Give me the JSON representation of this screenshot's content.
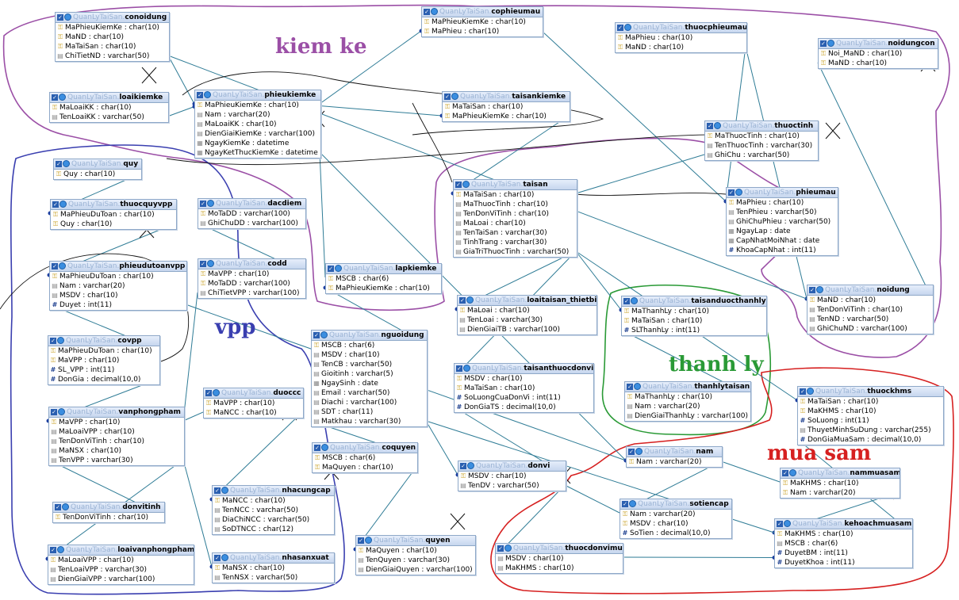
{
  "schema_prefix": "QuanLyTaiSan.",
  "region_labels": [
    {
      "id": "kiemke",
      "text": "kiem ke",
      "color": "#9b4fa6"
    },
    {
      "id": "vpp",
      "text": "vpp",
      "color": "#3a3fb0"
    },
    {
      "id": "thanhly",
      "text": "thanh ly",
      "color": "#2a9a36"
    },
    {
      "id": "muasam",
      "text": "mua sam",
      "color": "#d62020"
    }
  ],
  "icons": {
    "key": "key-icon",
    "field": "field-icon",
    "number": "hash-icon",
    "date": "calendar-icon"
  },
  "tables": [
    {
      "id": "conoidung",
      "name": "conoidung",
      "fields": [
        [
          "k",
          "MaPhieuKiemKe : char(10)"
        ],
        [
          "k",
          "MaND : char(10)"
        ],
        [
          "k",
          "MaTaiSan : char(10)"
        ],
        [
          "f",
          "ChiTietND : varchar(50)"
        ]
      ]
    },
    {
      "id": "loaikiemke",
      "name": "loaikiemke",
      "fields": [
        [
          "k",
          "MaLoaiKK : char(10)"
        ],
        [
          "f",
          "TenLoaiKK : varchar(50)"
        ]
      ]
    },
    {
      "id": "phieukiemke",
      "name": "phieukiemke",
      "fields": [
        [
          "k",
          "MaPhieuKiemKe : char(10)"
        ],
        [
          "f",
          "Nam : varchar(20)"
        ],
        [
          "f",
          "MaLoaiKK : char(10)"
        ],
        [
          "f",
          "DienGiaiKiemKe : varchar(100)"
        ],
        [
          "d",
          "NgayKiemKe : datetime"
        ],
        [
          "d",
          "NgayKetThucKiemKe : datetime"
        ]
      ]
    },
    {
      "id": "cophieumau",
      "name": "cophieumau",
      "fields": [
        [
          "k",
          "MaPhieuKiemKe : char(10)"
        ],
        [
          "k",
          "MaPhieu : char(10)"
        ]
      ]
    },
    {
      "id": "thuocphieumau",
      "name": "thuocphieumau",
      "fields": [
        [
          "k",
          "MaPhieu : char(10)"
        ],
        [
          "k",
          "MaND : char(10)"
        ]
      ]
    },
    {
      "id": "noidungcon",
      "name": "noidungcon",
      "fields": [
        [
          "k",
          "Noi_MaND : char(10)"
        ],
        [
          "k",
          "MaND : char(10)"
        ]
      ]
    },
    {
      "id": "taisankiemke",
      "name": "taisankiemke",
      "fields": [
        [
          "k",
          "MaTaiSan : char(10)"
        ],
        [
          "k",
          "MaPhieuKiemKe : char(10)"
        ]
      ]
    },
    {
      "id": "thuoctinh",
      "name": "thuoctinh",
      "fields": [
        [
          "k",
          "MaThuocTinh : char(10)"
        ],
        [
          "f",
          "TenThuocTinh : varchar(30)"
        ],
        [
          "f",
          "GhiChu : varchar(50)"
        ]
      ]
    },
    {
      "id": "phieumau",
      "name": "phieumau",
      "fields": [
        [
          "k",
          "MaPhieu : char(10)"
        ],
        [
          "f",
          "TenPhieu : varchar(50)"
        ],
        [
          "f",
          "GhiChuPhieu : varchar(50)"
        ],
        [
          "d",
          "NgayLap : date"
        ],
        [
          "d",
          "CapNhatMoiNhat : date"
        ],
        [
          "n",
          "KhoaCapNhat : int(11)"
        ]
      ]
    },
    {
      "id": "quy",
      "name": "quy",
      "fields": [
        [
          "k",
          "Quy : char(10)"
        ]
      ]
    },
    {
      "id": "thuocquyvpp",
      "name": "thuocquyvpp",
      "fields": [
        [
          "k",
          "MaPhieuDuToan : char(10)"
        ],
        [
          "k",
          "Quy : char(10)"
        ]
      ]
    },
    {
      "id": "dacdiem",
      "name": "dacdiem",
      "fields": [
        [
          "k",
          "MoTaDD : varchar(100)"
        ],
        [
          "f",
          "GhiChuDD : varchar(100)"
        ]
      ]
    },
    {
      "id": "taisan",
      "name": "taisan",
      "fields": [
        [
          "k",
          "MaTaiSan : char(10)"
        ],
        [
          "f",
          "MaThuocTinh : char(10)"
        ],
        [
          "f",
          "TenDonViTinh : char(10)"
        ],
        [
          "f",
          "MaLoai : char(10)"
        ],
        [
          "f",
          "TenTaiSan : varchar(30)"
        ],
        [
          "f",
          "TinhTrang : varchar(30)"
        ],
        [
          "f",
          "GiaTriThuocTinh : varchar(50)"
        ]
      ]
    },
    {
      "id": "phieudutoanvpp",
      "name": "phieudutoanvpp",
      "fields": [
        [
          "k",
          "MaPhieuDuToan : char(10)"
        ],
        [
          "f",
          "Nam : varchar(20)"
        ],
        [
          "f",
          "MSDV : char(10)"
        ],
        [
          "n",
          "Duyet : int(11)"
        ]
      ]
    },
    {
      "id": "codd",
      "name": "codd",
      "fields": [
        [
          "k",
          "MaVPP : char(10)"
        ],
        [
          "k",
          "MoTaDD : varchar(100)"
        ],
        [
          "f",
          "ChiTietVPP : varchar(100)"
        ]
      ]
    },
    {
      "id": "lapkiemke",
      "name": "lapkiemke",
      "fields": [
        [
          "k",
          "MSCB : char(6)"
        ],
        [
          "k",
          "MaPhieuKiemKe : char(10)"
        ]
      ]
    },
    {
      "id": "loaitaisan_thietbi",
      "name": "loaitaisan_thietbi",
      "fields": [
        [
          "k",
          "MaLoai : char(10)"
        ],
        [
          "f",
          "TenLoai : varchar(30)"
        ],
        [
          "f",
          "DienGiaiTB : varchar(100)"
        ]
      ]
    },
    {
      "id": "taisanduocthanhly",
      "name": "taisanduocthanhly",
      "fields": [
        [
          "k",
          "MaThanhLy : char(10)"
        ],
        [
          "k",
          "MaTaiSan : char(10)"
        ],
        [
          "n",
          "SLThanhLy : int(11)"
        ]
      ]
    },
    {
      "id": "noidung",
      "name": "noidung",
      "fields": [
        [
          "k",
          "MaND : char(10)"
        ],
        [
          "f",
          "TenDonViTinh : char(10)"
        ],
        [
          "f",
          "TenND : varchar(50)"
        ],
        [
          "f",
          "GhiChuND : varchar(100)"
        ]
      ]
    },
    {
      "id": "covpp",
      "name": "covpp",
      "fields": [
        [
          "k",
          "MaPhieuDuToan : char(10)"
        ],
        [
          "k",
          "MaVPP : char(10)"
        ],
        [
          "n",
          "SL_VPP : int(11)"
        ],
        [
          "n",
          "DonGia : decimal(10,0)"
        ]
      ]
    },
    {
      "id": "nguoidung",
      "name": "nguoidung",
      "fields": [
        [
          "k",
          "MSCB : char(6)"
        ],
        [
          "f",
          "MSDV : char(10)"
        ],
        [
          "f",
          "TenCB : varchar(50)"
        ],
        [
          "f",
          "Gioitinh : varchar(5)"
        ],
        [
          "d",
          "NgaySinh : date"
        ],
        [
          "f",
          "Email : varchar(50)"
        ],
        [
          "f",
          "Diachi : varchar(100)"
        ],
        [
          "f",
          "SDT : char(11)"
        ],
        [
          "f",
          "Matkhau : varchar(30)"
        ]
      ]
    },
    {
      "id": "taisanthuocdonvi",
      "name": "taisanthuocdonvi",
      "fields": [
        [
          "k",
          "MSDV : char(10)"
        ],
        [
          "k",
          "MaTaiSan : char(10)"
        ],
        [
          "n",
          "SoLuongCuaDonVi : int(11)"
        ],
        [
          "n",
          "DonGiaTS : decimal(10,0)"
        ]
      ]
    },
    {
      "id": "thanhlytaisan",
      "name": "thanhlytaisan",
      "fields": [
        [
          "k",
          "MaThanhLy : char(10)"
        ],
        [
          "f",
          "Nam : varchar(20)"
        ],
        [
          "f",
          "DienGiaiThanhLy : varchar(100)"
        ]
      ]
    },
    {
      "id": "thuockhms",
      "name": "thuockhms",
      "fields": [
        [
          "k",
          "MaTaiSan : char(10)"
        ],
        [
          "k",
          "MaKHMS : char(10)"
        ],
        [
          "n",
          "SoLuong : int(11)"
        ],
        [
          "f",
          "ThuyetMinhSuDung : varchar(255)"
        ],
        [
          "n",
          "DonGiaMuaSam : decimal(10,0)"
        ]
      ]
    },
    {
      "id": "duoccc",
      "name": "duoccc",
      "fields": [
        [
          "k",
          "MaVPP : char(10)"
        ],
        [
          "k",
          "MaNCC : char(10)"
        ]
      ]
    },
    {
      "id": "vanphongpham",
      "name": "vanphongpham",
      "fields": [
        [
          "k",
          "MaVPP : char(10)"
        ],
        [
          "f",
          "MaLoaiVPP : char(10)"
        ],
        [
          "f",
          "TenDonViTinh : char(10)"
        ],
        [
          "f",
          "MaNSX : char(10)"
        ],
        [
          "f",
          "TenVPP : varchar(30)"
        ]
      ]
    },
    {
      "id": "coquyen",
      "name": "coquyen",
      "fields": [
        [
          "k",
          "MSCB : char(6)"
        ],
        [
          "k",
          "MaQuyen : char(10)"
        ]
      ]
    },
    {
      "id": "nam",
      "name": "nam",
      "fields": [
        [
          "k",
          "Nam : varchar(20)"
        ]
      ]
    },
    {
      "id": "donvi",
      "name": "donvi",
      "fields": [
        [
          "k",
          "MSDV : char(10)"
        ],
        [
          "f",
          "TenDV : varchar(50)"
        ]
      ]
    },
    {
      "id": "nammuasam",
      "name": "nammuasam",
      "fields": [
        [
          "k",
          "MaKHMS : char(10)"
        ],
        [
          "k",
          "Nam : varchar(20)"
        ]
      ]
    },
    {
      "id": "nhacungcap",
      "name": "nhacungcap",
      "fields": [
        [
          "k",
          "MaNCC : char(10)"
        ],
        [
          "f",
          "TenNCC : varchar(50)"
        ],
        [
          "f",
          "DiaChiNCC : varchar(50)"
        ],
        [
          "f",
          "SoDTNCC : char(12)"
        ]
      ]
    },
    {
      "id": "sotiencap",
      "name": "sotiencap",
      "fields": [
        [
          "k",
          "Nam : varchar(20)"
        ],
        [
          "k",
          "MSDV : char(10)"
        ],
        [
          "n",
          "SoTien : decimal(10,0)"
        ]
      ]
    },
    {
      "id": "donvitinh",
      "name": "donvitinh",
      "fields": [
        [
          "k",
          "TenDonViTinh : char(10)"
        ]
      ]
    },
    {
      "id": "kehoachmuasam",
      "name": "kehoachmuasam",
      "fields": [
        [
          "k",
          "MaKHMS : char(10)"
        ],
        [
          "f",
          "MSCB : char(6)"
        ],
        [
          "n",
          "DuyetBM : int(11)"
        ],
        [
          "n",
          "DuyetKhoa : int(11)"
        ]
      ]
    },
    {
      "id": "quyen",
      "name": "quyen",
      "fields": [
        [
          "k",
          "MaQuyen : char(10)"
        ],
        [
          "f",
          "TenQuyen : varchar(30)"
        ],
        [
          "f",
          "DienGiaiQuyen : varchar(100)"
        ]
      ]
    },
    {
      "id": "thuocdonvimuasam",
      "name": "thuocdonvimuasam",
      "fields": [
        [
          "f",
          "MSDV : char(10)"
        ],
        [
          "f",
          "MaKHMS : char(10)"
        ]
      ]
    },
    {
      "id": "loaivanphongpham",
      "name": "loaivanphongpham",
      "fields": [
        [
          "k",
          "MaLoaiVPP : char(10)"
        ],
        [
          "f",
          "TenLoaiVPP : varchar(30)"
        ],
        [
          "f",
          "DienGiaiVPP : varchar(100)"
        ]
      ]
    },
    {
      "id": "nhasanxuat",
      "name": "nhasanxuat",
      "fields": [
        [
          "k",
          "MaNSX : char(10)"
        ],
        [
          "f",
          "TenNSX : varchar(50)"
        ]
      ]
    }
  ],
  "relations": [
    [
      "conoidung",
      "phieukiemke"
    ],
    [
      "loaikiemke",
      "phieukiemke"
    ],
    [
      "phieukiemke",
      "cophieumau"
    ],
    [
      "phieukiemke",
      "taisankiemke"
    ],
    [
      "cophieumau",
      "phieumau"
    ],
    [
      "thuocphieumau",
      "phieumau"
    ],
    [
      "thuocphieumau",
      "noidung"
    ],
    [
      "noidungcon",
      "noidung"
    ],
    [
      "taisankiemke",
      "taisan"
    ],
    [
      "thuoctinh",
      "taisan"
    ],
    [
      "taisan",
      "loaitaisan_thietbi"
    ],
    [
      "taisan",
      "taisanduocthanhly"
    ],
    [
      "taisanduocthanhly",
      "thanhlytaisan"
    ],
    [
      "taisan",
      "thuockhms"
    ],
    [
      "thuockhms",
      "kehoachmuasam"
    ],
    [
      "nammuasam",
      "kehoachmuasam"
    ],
    [
      "nammuasam",
      "nam"
    ],
    [
      "sotiencap",
      "nam"
    ],
    [
      "sotiencap",
      "donvi"
    ],
    [
      "thuocdonvimuasam",
      "kehoachmuasam"
    ],
    [
      "thuocdonvimuasam",
      "donvi"
    ],
    [
      "taisanthuocdonvi",
      "donvi"
    ],
    [
      "taisanthuocdonvi",
      "taisan"
    ],
    [
      "nguoidung",
      "donvi"
    ],
    [
      "nguoidung",
      "coquyen"
    ],
    [
      "coquyen",
      "quyen"
    ],
    [
      "nguoidung",
      "lapkiemke"
    ],
    [
      "lapkiemke",
      "phieukiemke"
    ],
    [
      "kehoachmuasam",
      "nguoidung"
    ],
    [
      "quy",
      "thuocquyvpp"
    ],
    [
      "thuocquyvpp",
      "phieudutoanvpp"
    ],
    [
      "phieudutoanvpp",
      "covpp"
    ],
    [
      "covpp",
      "vanphongpham"
    ],
    [
      "codd",
      "vanphongpham"
    ],
    [
      "dacdiem",
      "codd"
    ],
    [
      "duoccc",
      "vanphongpham"
    ],
    [
      "duoccc",
      "nhacungcap"
    ],
    [
      "vanphongpham",
      "donvitinh"
    ],
    [
      "vanphongpham",
      "loaivanphongpham"
    ],
    [
      "vanphongpham",
      "nhasanxuat"
    ],
    [
      "phieudutoanvpp",
      "nam"
    ],
    [
      "phieukiemke",
      "nam"
    ],
    [
      "noidung",
      "conoidung"
    ]
  ]
}
